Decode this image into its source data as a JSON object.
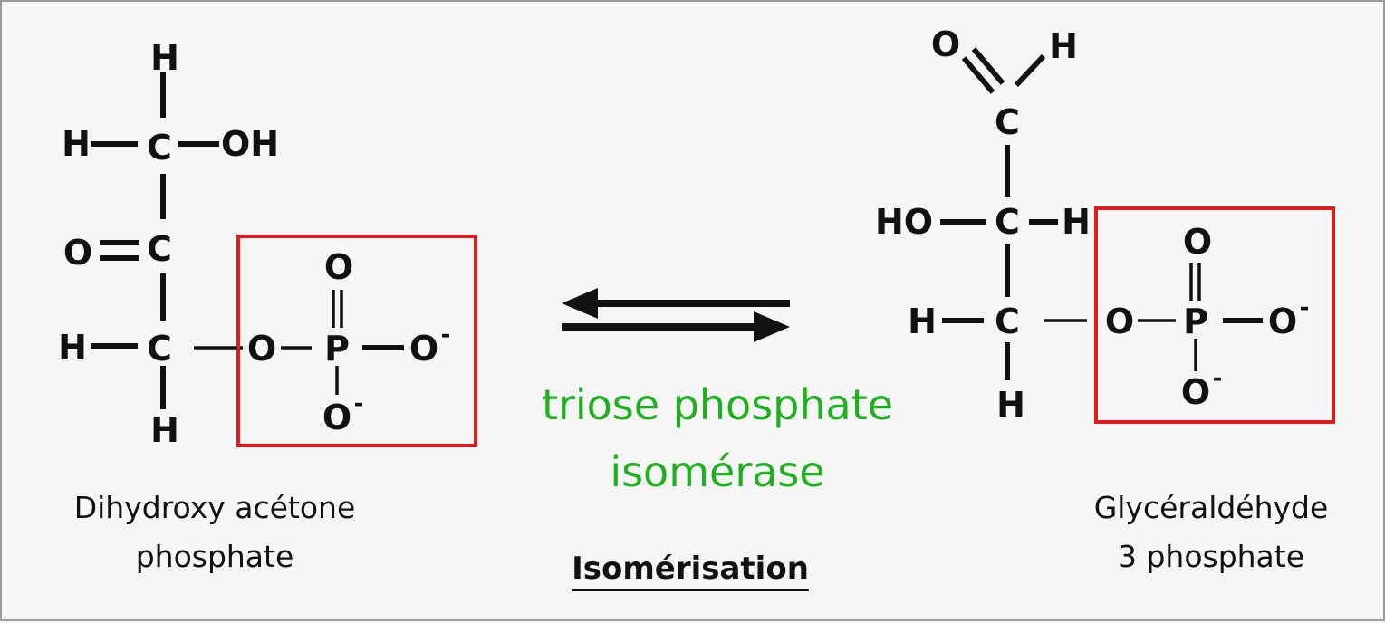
{
  "left_molecule": {
    "name_line1": "Dihydroxy acétone",
    "name_line2": "phosphate",
    "atoms": {
      "h_top": "H",
      "h_left1": "H",
      "c1": "C",
      "oh": "OH",
      "o_keto": "O",
      "c2": "C",
      "h_left3": "H",
      "c3": "C",
      "h_bottom": "H",
      "o_link": "O",
      "p": "P",
      "o_top": "O",
      "o_right": "O",
      "o_bottom": "O"
    },
    "charges": {
      "o_right": "-",
      "o_bottom": "-"
    }
  },
  "right_molecule": {
    "name_line1": "Glycéraldéhyde",
    "name_line2": "3 phosphate",
    "atoms": {
      "o_ald": "O",
      "h_ald": "H",
      "c1": "C",
      "ho": "HO",
      "c2": "C",
      "h_c2": "H",
      "h_left3": "H",
      "c3": "C",
      "h_bottom": "H",
      "o_link": "O",
      "p": "P",
      "o_top": "O",
      "o_right": "O",
      "o_bottom": "O"
    },
    "charges": {
      "o_right": "-",
      "o_bottom": "-"
    }
  },
  "enzyme": {
    "line1": "triose phosphate",
    "line2": "isomérase"
  },
  "process": "Isomérisation",
  "colors": {
    "enzyme": "#1fb01f",
    "box": "#e11b1b",
    "ink": "#111111"
  }
}
